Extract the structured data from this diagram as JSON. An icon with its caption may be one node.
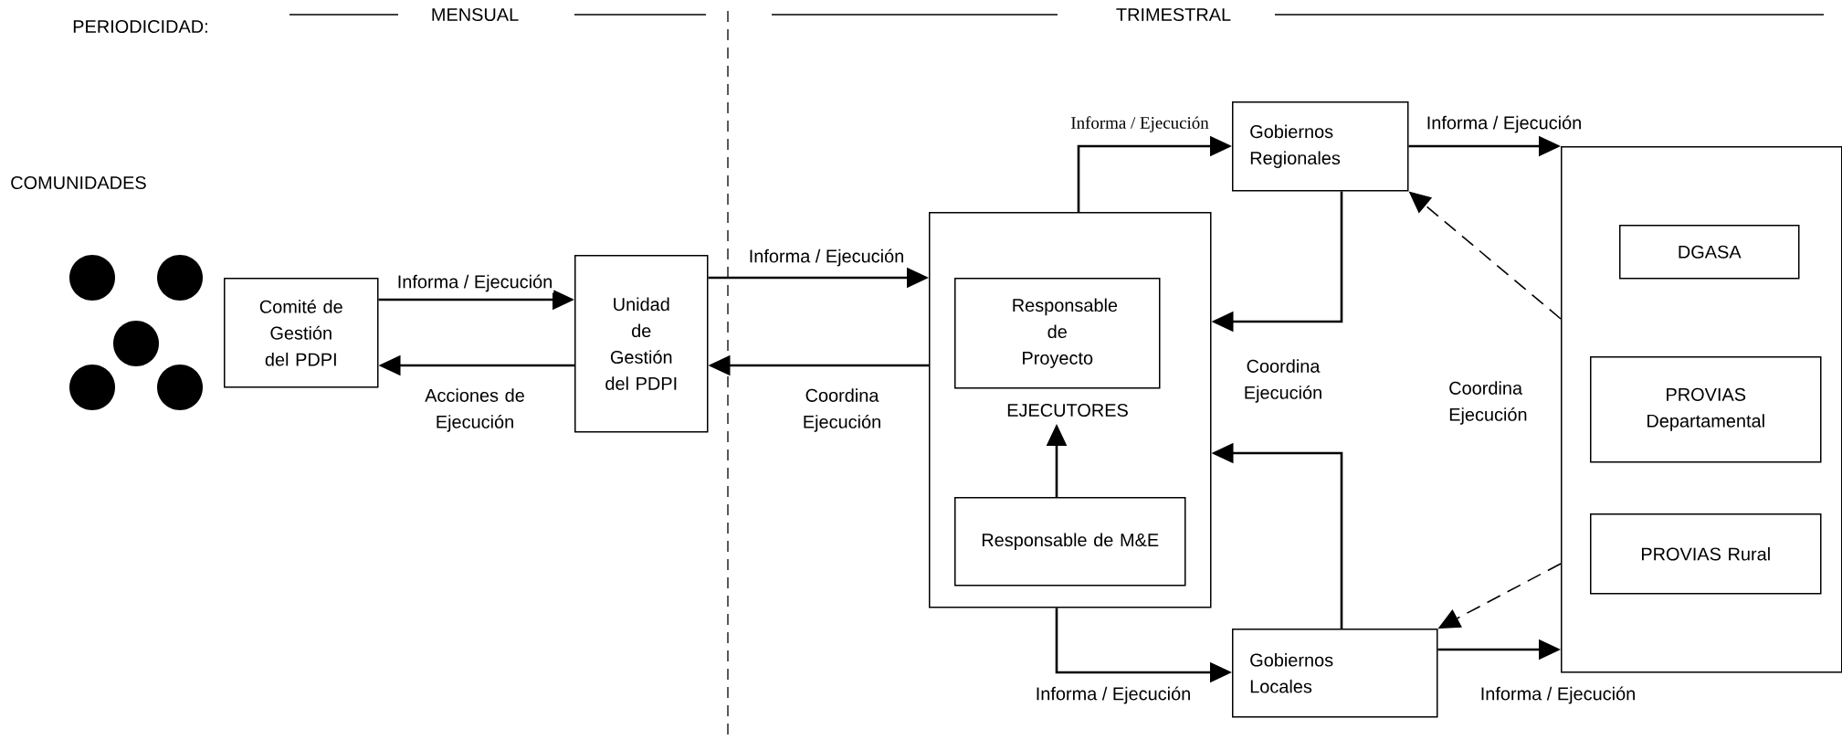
{
  "diagram": {
    "nodes": [
      {
        "text": [],
        "shape": "circle"
      },
      {
        "text": [],
        "shape": "circle"
      },
      {
        "text": [],
        "shape": "circle"
      },
      {
        "text": [],
        "shape": "circle"
      },
      {
        "text": [],
        "shape": "circle"
      },
      {
        "text": [
          "Comité de Gestión del PDPI"
        ]
      },
      {
        "text": [
          "Unidad de Gestión del PDPI"
        ]
      },
      {
        "text": [
          "Gobiernos Regionales"
        ]
      },
      {
        "text": [
          "EJECUTORES"
        ]
      },
      {
        "text": [
          "Responsable de Proyecto"
        ],
        "in": 8
      },
      {
        "text": [
          "Responsable de M&E"
        ],
        "in": 8
      },
      {
        "text": [
          "Gobiernos Locales"
        ]
      },
      {
        "text": [],
        "shape": "box"
      },
      {
        "text": [
          "DGASA"
        ],
        "in": 12
      },
      {
        "text": [
          "PROVIAS Departamental"
        ],
        "in": 12
      },
      {
        "text": [
          "PROVIAS Rural"
        ],
        "in": 12
      }
    ],
    "edges": [
      {
        "from": 5,
        "to": 6,
        "arrow": "to",
        "label": "Informa / Ejecución"
      },
      {
        "from": 6,
        "to": 5,
        "arrow": "to",
        "label": "Acciones de Ejecución"
      },
      {
        "from": 6,
        "to": 8,
        "arrow": "to",
        "label": "Informa / Ejecución"
      },
      {
        "from": 8,
        "to": 6,
        "arrow": "to",
        "label": "Coordina Ejecución"
      },
      {
        "from": 8,
        "to": 7,
        "arrow": "to",
        "label": "Informa / Ejecución"
      },
      {
        "from": 7,
        "to": 12,
        "arrow": "to",
        "label": "Informa / Ejecución"
      },
      {
        "from": 7,
        "to": 8,
        "arrow": "to",
        "label": "Coordina Ejecución"
      },
      {
        "from": 11,
        "to": 8,
        "arrow": "to"
      },
      {
        "from": 8,
        "to": 11,
        "arrow": "to",
        "label": "Informa / Ejecución"
      },
      {
        "from": 11,
        "to": 12,
        "arrow": "to",
        "label": "Informa / Ejecución"
      },
      {
        "from": 12,
        "to": 7,
        "arrow": "to",
        "style": "dashed"
      },
      {
        "from": 12,
        "to": 11,
        "arrow": "to",
        "style": "dashed"
      },
      {
        "from": 10,
        "to": null,
        "arrow": "to"
      }
    ],
    "labels": [
      "PERIODICIDAD:",
      "MENSUAL",
      "TRIMESTRAL",
      "COMUNIDADES",
      "Coordina Ejecución"
    ]
  }
}
